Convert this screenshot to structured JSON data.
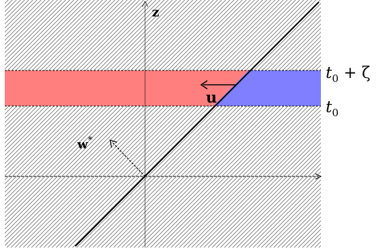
{
  "labels": {
    "z_axis": "z",
    "u_vector": "u",
    "w_star_base": "w",
    "w_star_sup": "*",
    "t0_plus_zeta_base": "t",
    "t0_plus_zeta_sub": "0",
    "t0_plus_zeta_rest": " + ζ",
    "t0_base": "t",
    "t0_sub": "0"
  },
  "colors": {
    "red_band": "#ff7f7f",
    "blue_band": "#7f7fff",
    "hatch": "#555555",
    "line": "#000000"
  }
}
